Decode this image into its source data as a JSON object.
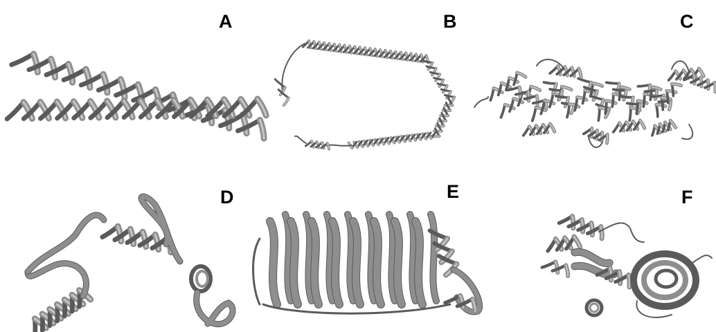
{
  "figure": {
    "panels": [
      {
        "label": "A",
        "structure": "coiled-coil-helices"
      },
      {
        "label": "B",
        "structure": "long-helical-loop"
      },
      {
        "label": "C",
        "structure": "helical-bundle"
      },
      {
        "label": "D",
        "structure": "helix-loop-fragments"
      },
      {
        "label": "E",
        "structure": "beta-solenoid"
      },
      {
        "label": "F",
        "structure": "alpha-beta-fold"
      }
    ]
  },
  "colors": {
    "ribbon": "#8e8e8e",
    "ribbon_dark": "#5a5a5a",
    "ribbon_light": "#c4c4c4",
    "background": "#ffffff",
    "label": "#000000"
  }
}
